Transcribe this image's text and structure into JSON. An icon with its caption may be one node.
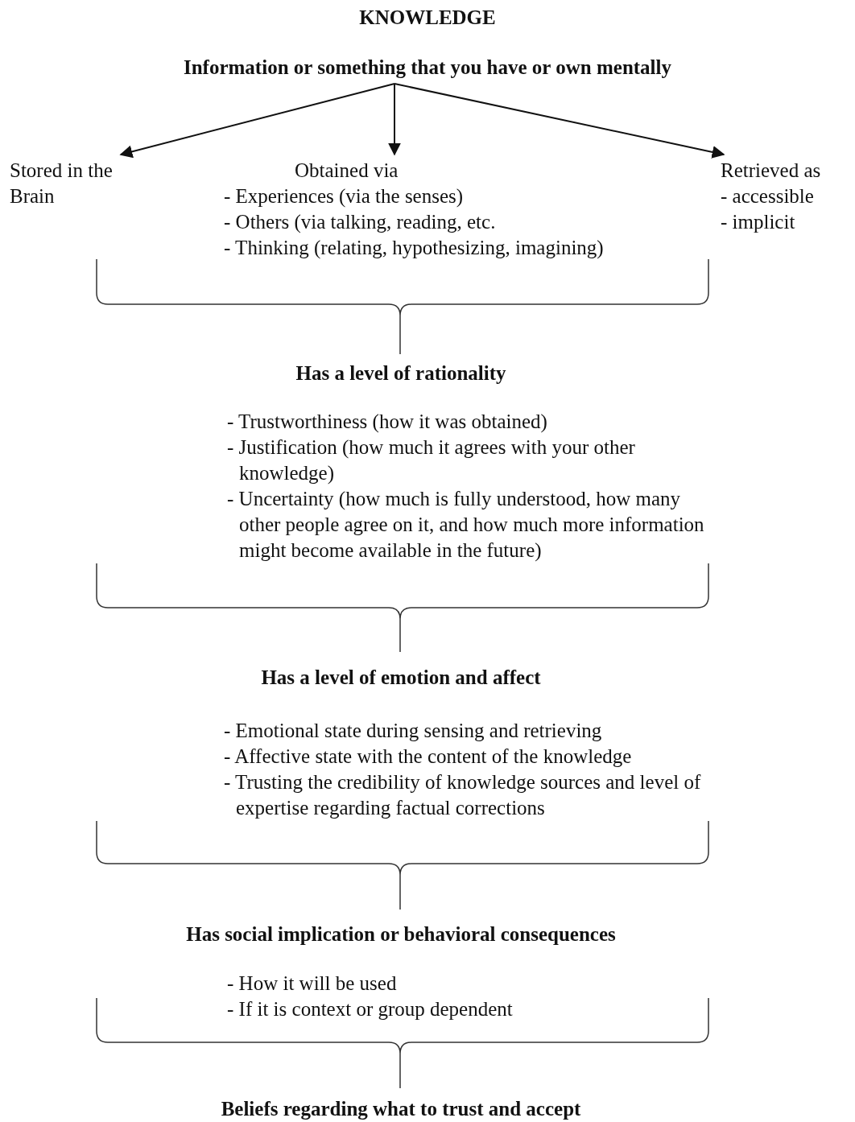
{
  "diagram": {
    "title": "KNOWLEDGE",
    "nodes": [
      {
        "text": [
          "Information or something that you have or own mentally"
        ]
      },
      {
        "text": [
          "Stored in the Brain"
        ]
      },
      {
        "text": [
          "Obtained via",
          "- Experiences (via the senses)",
          "- Others (via talking, reading, etc.",
          "- Thinking (relating, hypothesizing, imagining)"
        ]
      },
      {
        "text": [
          "Retrieved as",
          "- accessible",
          "- implicit"
        ]
      }
    ],
    "edges": [
      {
        "from": 0,
        "to": 1,
        "arrow": "to"
      },
      {
        "from": 0,
        "to": 2,
        "arrow": "to"
      },
      {
        "from": 0,
        "to": 3,
        "arrow": "to"
      }
    ],
    "labels": [
      "Has a level of rationality",
      "- Trustworthiness (how it was obtained)",
      "- Justification (how much it agrees with your other knowledge)",
      "- Uncertainty (how much is fully understood, how many other people agree on it, and how much more information might become available in the future)",
      "Has a level of emotion and affect",
      "- Emotional state during sensing and retrieving",
      "- Affective state with the content of the knowledge",
      "- Trusting the credibility of knowledge sources and level of expertise regarding factual corrections",
      "Has social implication or behavioral consequences",
      "- How it will be used",
      "- If it is context or group dependent",
      "Beliefs regarding what to trust and accept"
    ]
  }
}
